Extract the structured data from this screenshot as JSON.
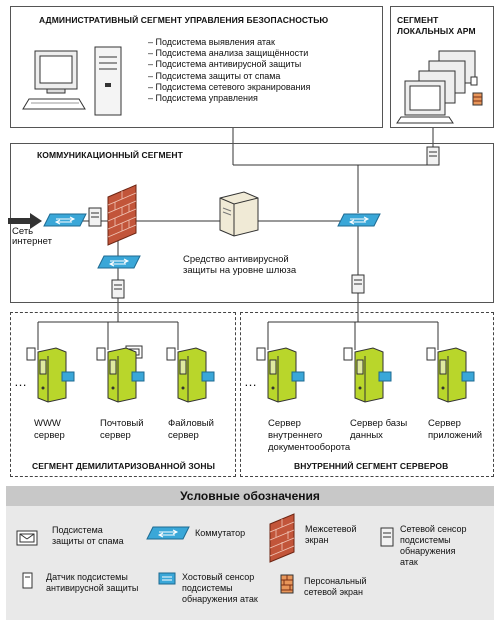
{
  "admin_segment": {
    "title": "АДМИНИСТРАТИВНЫЙ СЕГМЕНТ УПРАВЛЕНИЯ БЕЗОПАСНОСТЬЮ",
    "subsystems": [
      "– Подсистема выявления атак",
      "– Подсистема анализа защищённости",
      "– Подсистема антивирусной защиты",
      "– Подсистема защиты от спама",
      "– Подсистема сетевого экранирования",
      "– Подсистема управления"
    ]
  },
  "local_arm_segment": {
    "title_line1": "СЕГМЕНТ",
    "title_line2": "ЛОКАЛЬНЫХ АРМ"
  },
  "comm_segment": {
    "title": "КОММУНИКАЦИОННЫЙ СЕГМЕНТ",
    "internet_line1": "Сеть",
    "internet_line2": "интернет",
    "gateway_av_line1": "Средство антивирусной",
    "gateway_av_line2": "защиты на уровне шлюза"
  },
  "dmz_segment": {
    "title": "СЕГМЕНТ ДЕМИЛИТАРИЗОВАННОЙ ЗОНЫ",
    "servers": [
      {
        "line1": "WWW",
        "line2": "сервер"
      },
      {
        "line1": "Почтовый",
        "line2": "сервер"
      },
      {
        "line1": "Файловый",
        "line2": "сервер"
      }
    ]
  },
  "internal_segment": {
    "title": "ВНУТРЕННИЙ СЕГМЕНТ СЕРВЕРОВ",
    "servers": [
      {
        "line1": "Сервер",
        "line2": "внутреннего",
        "line3": "документооборота"
      },
      {
        "line1": "Сервер базы",
        "line2": "данных",
        "line3": ""
      },
      {
        "line1": "Сервер",
        "line2": "приложений",
        "line3": ""
      }
    ]
  },
  "ellipsis": "…",
  "legend": {
    "title": "Условные обозначения",
    "spam_line1": "Подсистема",
    "spam_line2": "защиты от спама",
    "switch": "Коммутатор",
    "firewall_line1": "Межсетевой",
    "firewall_line2": "экран",
    "sensor_line1": "Сетевой сенсор",
    "sensor_line2": "подсистемы",
    "sensor_line3": "обнаружения",
    "sensor_line4": "атак",
    "av_sensor_line1": "Датчик подсистемы",
    "av_sensor_line2": "антивирусной защиты",
    "host_sensor_line1": "Хостовый сенсор",
    "host_sensor_line2": "подсистемы",
    "host_sensor_line3": "обнаружения атак",
    "personal_fw_line1": "Персональный",
    "personal_fw_line2": "сетевой экран"
  },
  "colors": {
    "server_green": "#b9d62b",
    "switch_blue": "#3aa7d8",
    "firewall_brick": "#c2553a",
    "personal_fw_orange": "#e8965a"
  }
}
